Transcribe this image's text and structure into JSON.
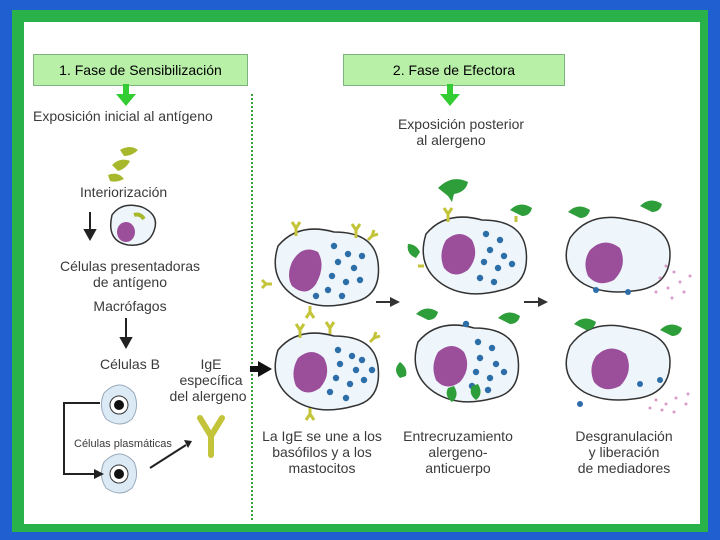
{
  "phases": {
    "sensitization": "1. Fase de Sensibilización",
    "effector": "2. Fase de Efectora"
  },
  "labels": {
    "initial_exposure": "Exposición inicial al antígeno",
    "internalization": "Interiorización",
    "apc_line1": "Células presentadoras",
    "apc_line2": "de antígeno",
    "macrophages": "Macrófagos",
    "b_cells": "Células B",
    "plasma_cells": "Células plasmáticas",
    "ige_line1": "IgE",
    "ige_line2": "específica",
    "ige_line3": "del alergeno",
    "later_exposure_line1": "Exposición posterior",
    "later_exposure_line2": "al alergeno",
    "binding_line1": "La IgE se une a los",
    "binding_line2": "basófilos y a los",
    "binding_line3": "mastocitos",
    "crosslink_line1": "Entrecruzamiento",
    "crosslink_line2": "alergeno-",
    "crosslink_line3": "anticuerpo",
    "degran_line1": "Desgranulación",
    "degran_line2": "y liberación",
    "degran_line3": "de mediadores"
  },
  "colors": {
    "frame": "#1f5fd0",
    "border": "#29b24a",
    "phase_fill": "#b8f0a8",
    "green_arrow": "#33cc33",
    "nucleus": "#9b4f9b",
    "granule": "#2d6ea8",
    "allergen": "#2e9e3a",
    "ige": "#c4c43a",
    "cell_fill": "#eef6fb"
  }
}
